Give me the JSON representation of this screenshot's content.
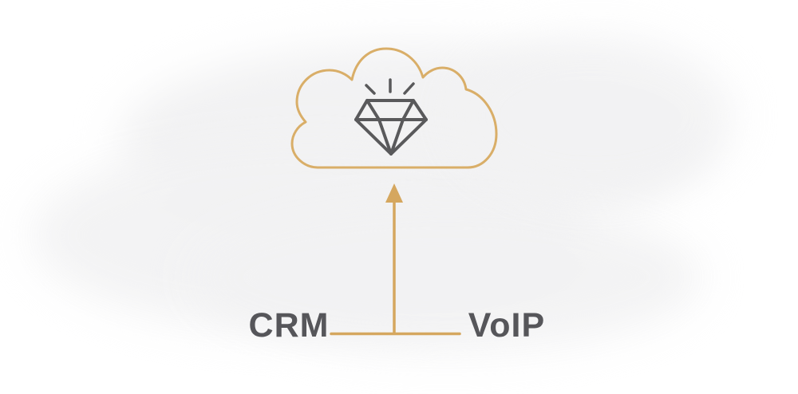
{
  "diagram": {
    "labels": {
      "left": "CRM",
      "right": "VoIP"
    },
    "icons": {
      "cloud": "cloud-icon",
      "gem": "diamond-icon",
      "rays": "sparkle-rays-icon",
      "arrow": "arrow-up-icon",
      "connector": "connector-line"
    },
    "colors": {
      "gold": "#d5a75f",
      "cloud_stroke": "#d9ae68",
      "icon_gray": "#59595b",
      "text_gray": "#56565a",
      "canvas": "#ffffff",
      "wash": "#f2f2f3"
    }
  }
}
